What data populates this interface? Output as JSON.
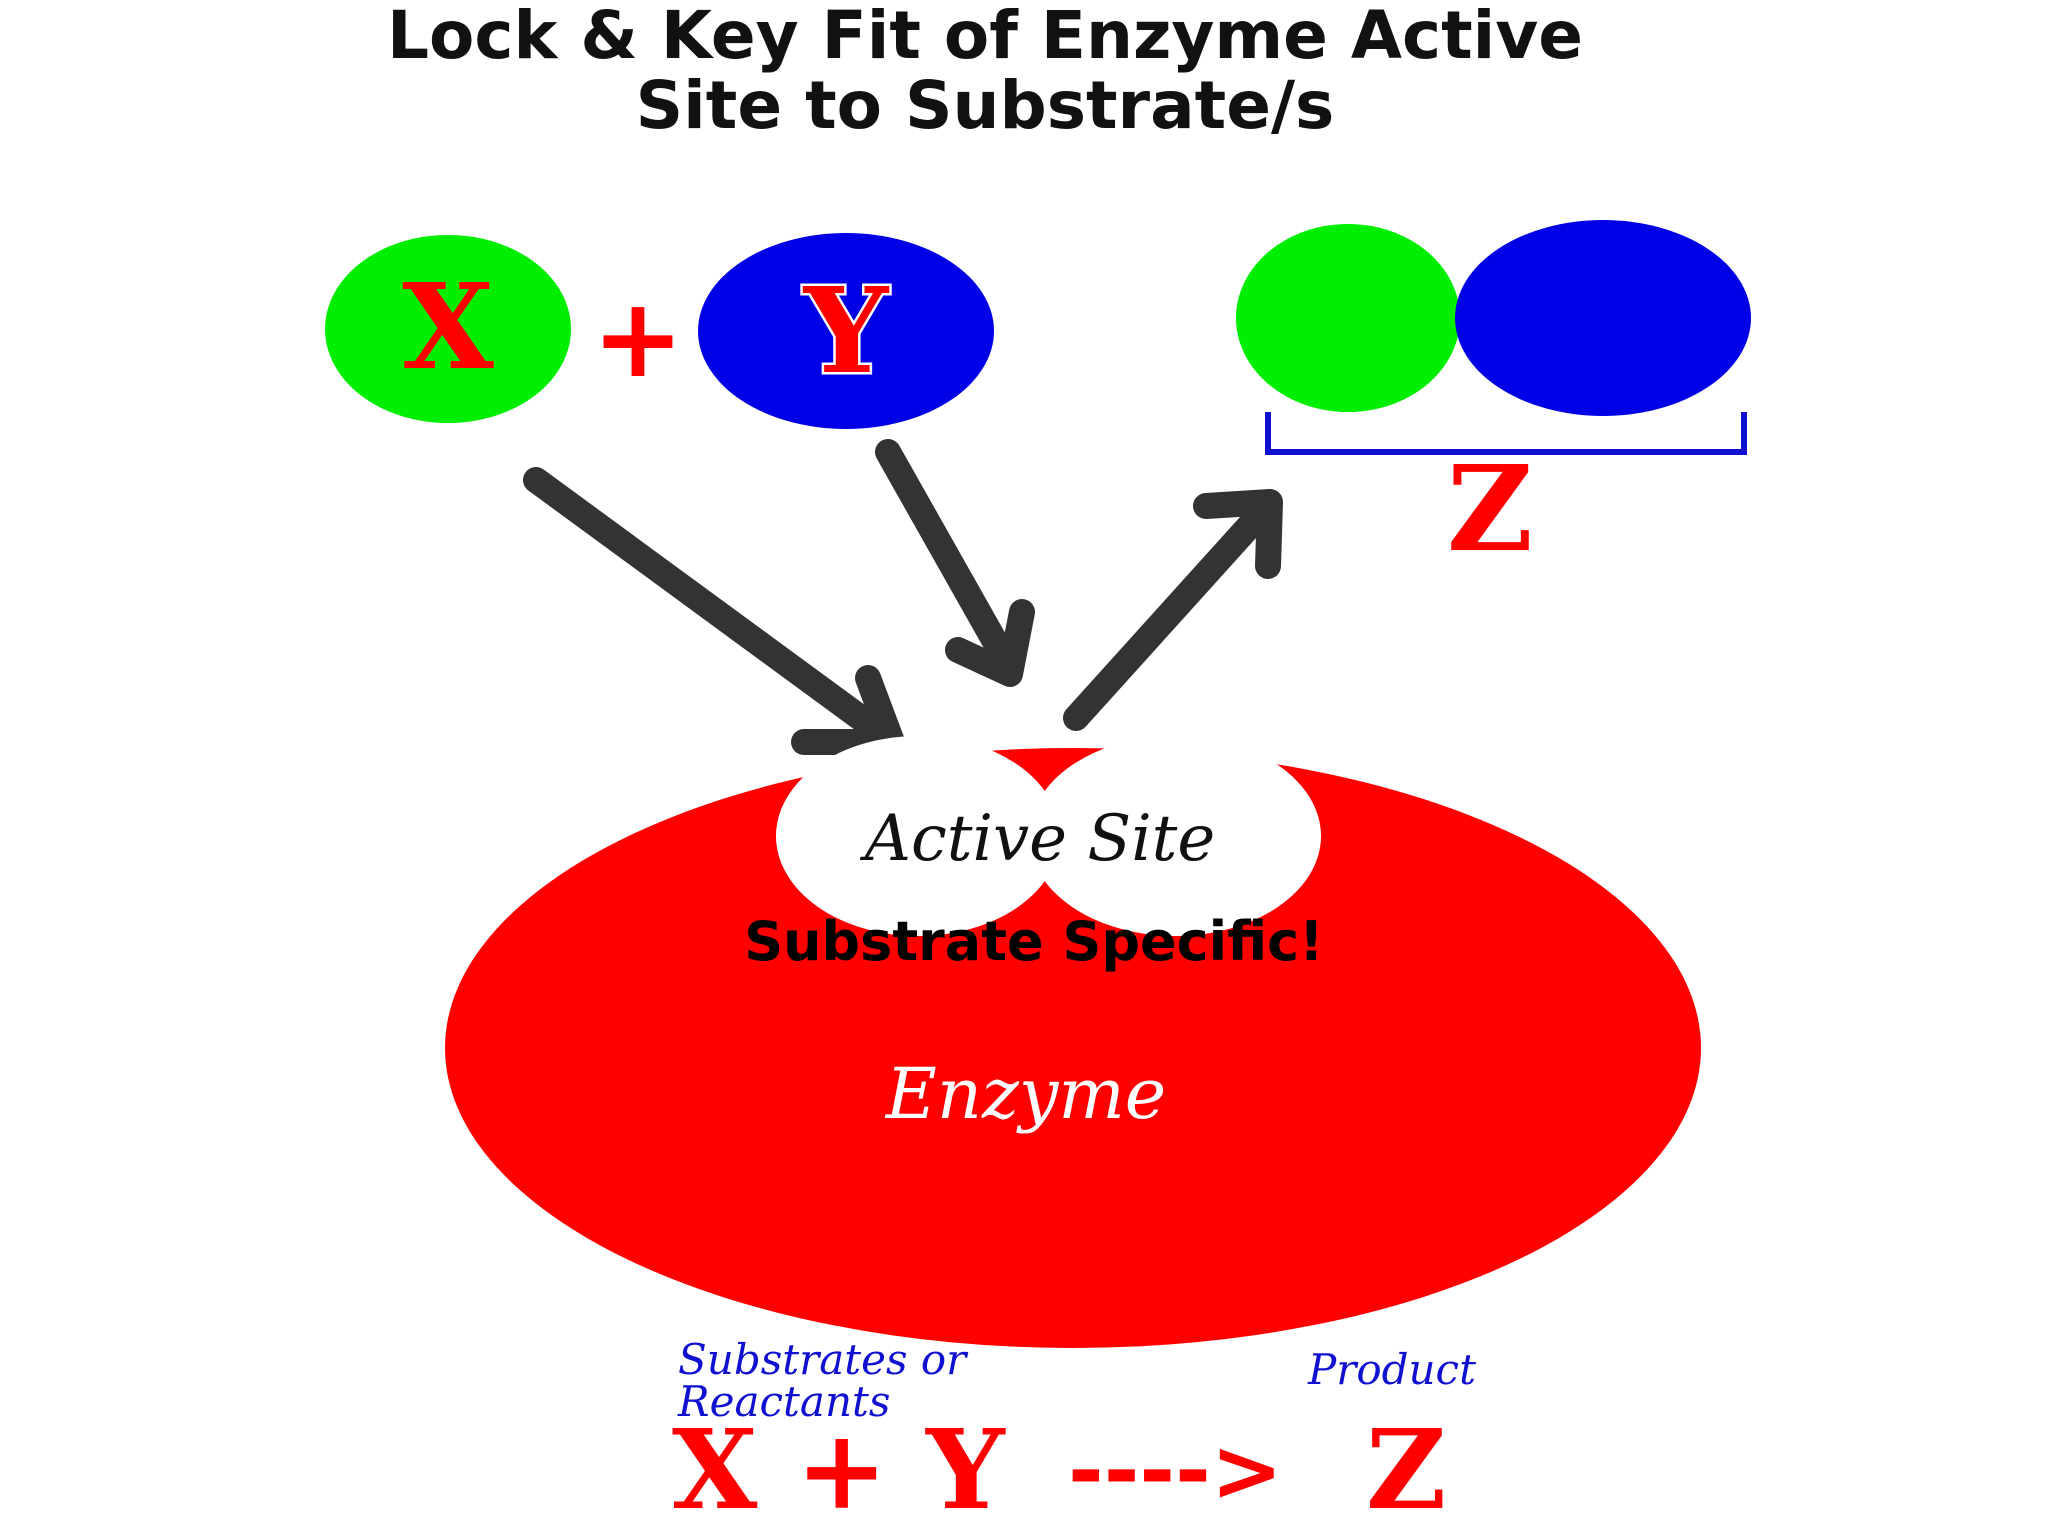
{
  "title": {
    "line1": "Lock & Key Fit of Enzyme Active",
    "line2": "Site to Substrate/s"
  },
  "substrates": {
    "x_label": "X",
    "plus": "+",
    "y_label": "Y"
  },
  "product": {
    "z_label": "Z"
  },
  "enzyme": {
    "active_site_label": "Active Site",
    "specific_label": "Substrate Specific!",
    "enzyme_label": "Enzyme"
  },
  "equation": {
    "substrates_line1": "Substrates or",
    "substrates_line2": "Reactants",
    "product_label": "Product",
    "lhs": "X + Y",
    "arrow": "---->",
    "rhs": "Z"
  },
  "colors": {
    "green": "#00ee00",
    "blue": "#0000e6",
    "red": "#ff0000",
    "arrow": "#333333",
    "label_blue": "#1010d0"
  }
}
